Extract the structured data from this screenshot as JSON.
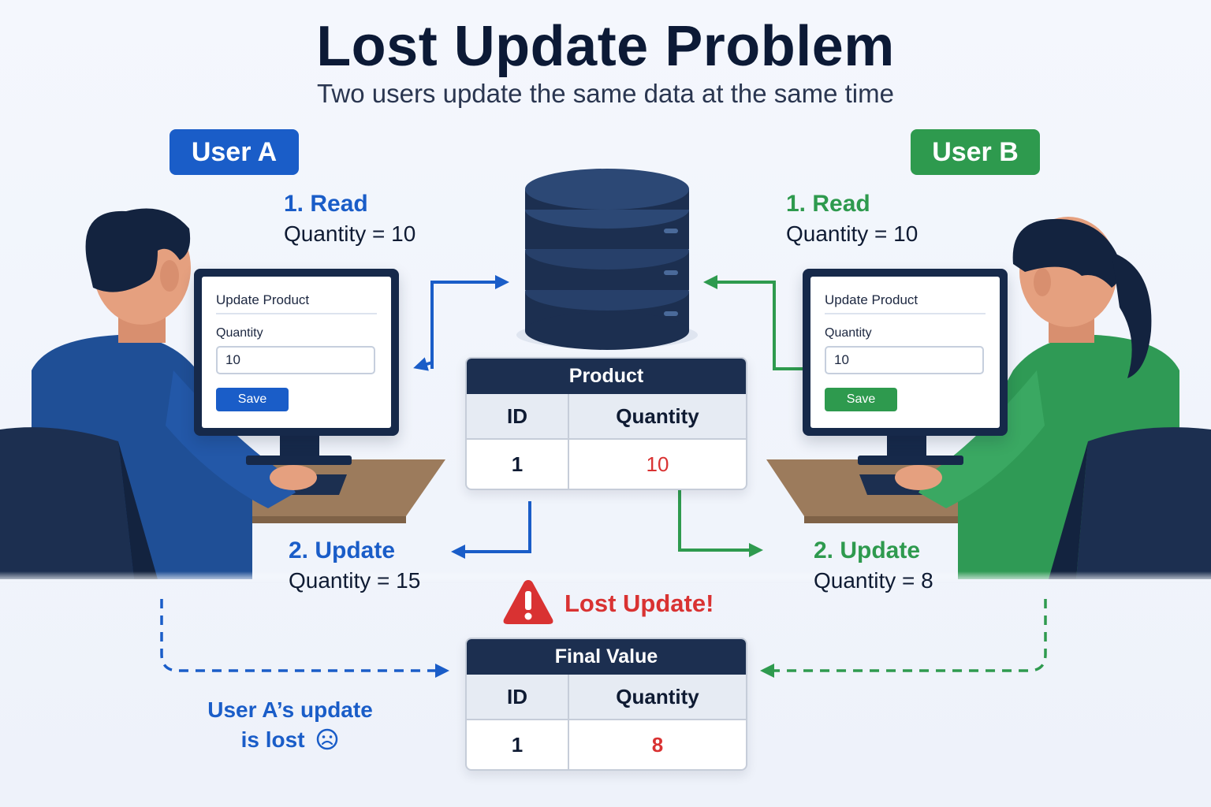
{
  "header": {
    "title": "Lost Update Problem",
    "subtitle": "Two users update the same data at the same time"
  },
  "colors": {
    "user_a": "#1a5dc8",
    "user_b": "#2e9a4e",
    "lost": "#d93232",
    "navy": "#1c2f50"
  },
  "user_a": {
    "badge": "User A",
    "read_step": "1. Read",
    "read_value": "Quantity = 10",
    "update_step": "2. Update",
    "update_value": "Quantity = 15",
    "screen": {
      "title": "Update Product",
      "label": "Quantity",
      "input_value": "10",
      "button": "Save"
    }
  },
  "user_b": {
    "badge": "User B",
    "read_step": "1. Read",
    "read_value": "Quantity = 10",
    "update_step": "2. Update",
    "update_value": "Quantity = 8",
    "screen": {
      "title": "Update Product",
      "label": "Quantity",
      "input_value": "10",
      "button": "Save"
    }
  },
  "product_table": {
    "title": "Product",
    "headers": [
      "ID",
      "Quantity"
    ],
    "row": [
      "1",
      "10"
    ]
  },
  "warning": {
    "text": "Lost Update!",
    "icon": "warning-triangle-icon"
  },
  "final_table": {
    "title": "Final Value",
    "headers": [
      "ID",
      "Quantity"
    ],
    "row": [
      "1",
      "8"
    ]
  },
  "lost_note": {
    "line1": "User A’s update",
    "line2": "is lost",
    "icon": "sad-face-icon"
  }
}
